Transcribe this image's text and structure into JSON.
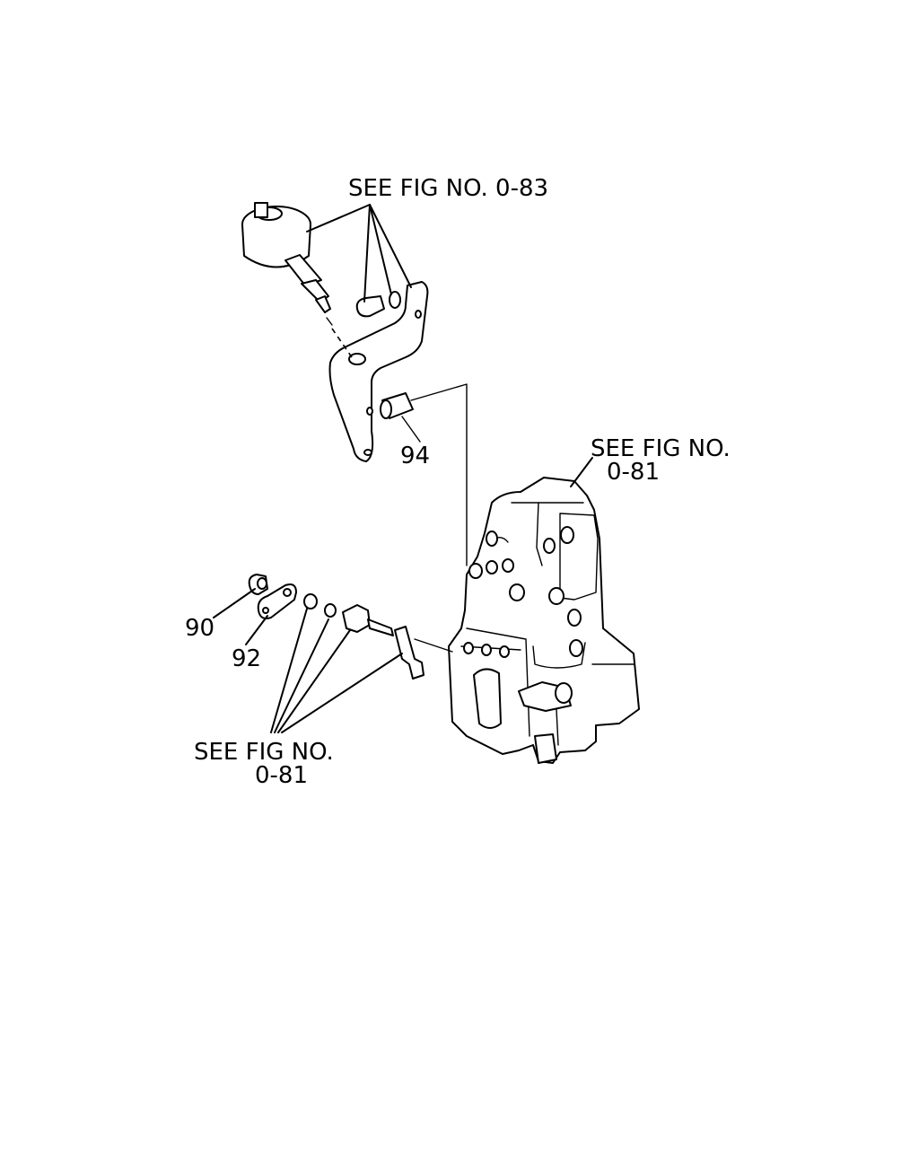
{
  "labels": {
    "ref_top": "SEE FIG NO. 0-83",
    "ref_right_line1": "SEE FIG NO.",
    "ref_right_line2": "0-81",
    "ref_left_line1": "SEE FIG NO.",
    "ref_left_line2": "0-81",
    "part_90": "90",
    "part_92": "92",
    "part_94": "94"
  }
}
